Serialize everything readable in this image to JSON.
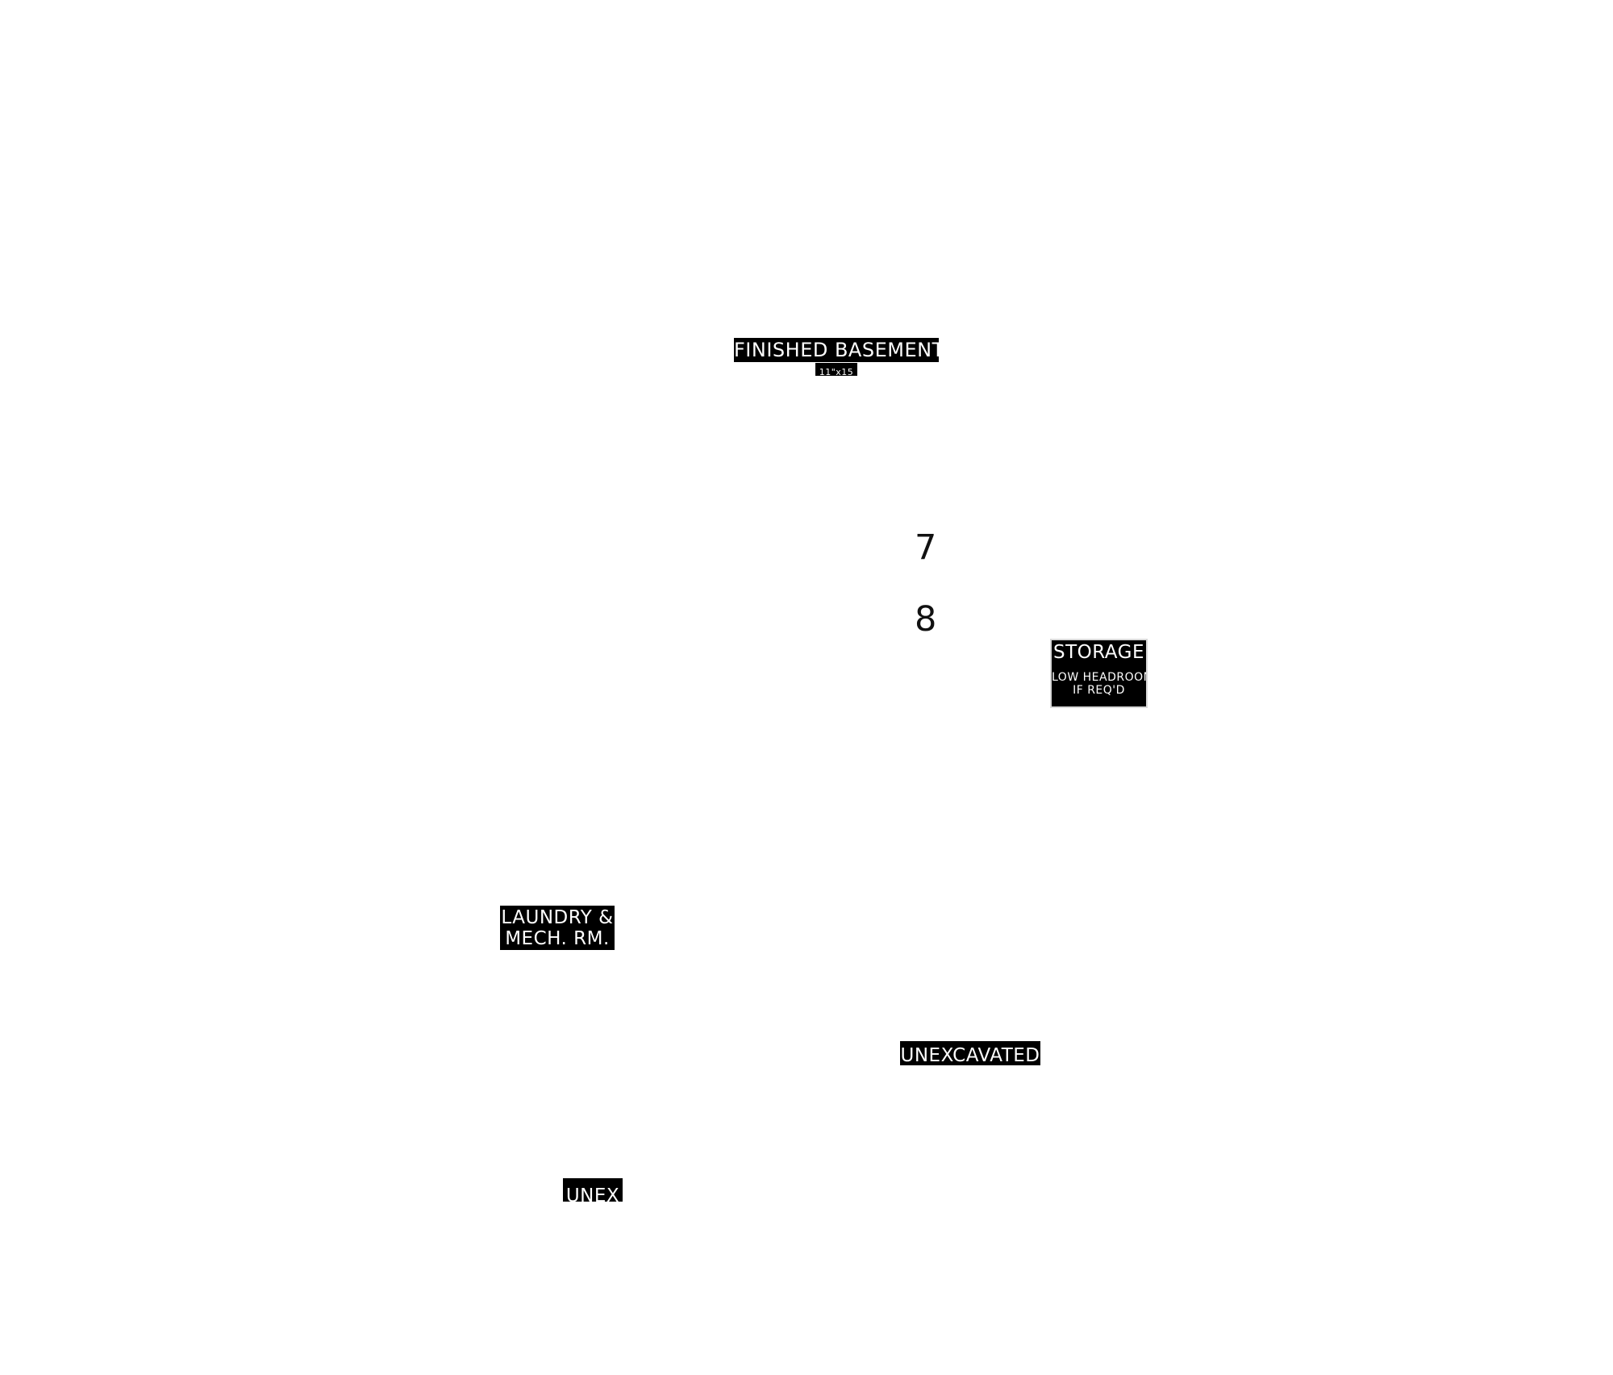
{
  "rooms": {
    "finished_basement": {
      "name": "FINISHED BASEMENT",
      "dims": "11\"x15"
    },
    "storage": {
      "name": "STORAGE",
      "note_line1": "LOW HEADROOM",
      "note_line2": "IF REQ'D"
    },
    "laundry": {
      "line1": "LAUNDRY &",
      "line2": "MECH. RM."
    },
    "unexcavated": {
      "name": "UNEXCAVATED"
    },
    "unex": {
      "name": "UNEX"
    }
  },
  "markers": [
    "7",
    "8"
  ],
  "colors": {
    "label_background": "#000000",
    "label_text": "#ffffff",
    "page_background": "#ffffff"
  }
}
